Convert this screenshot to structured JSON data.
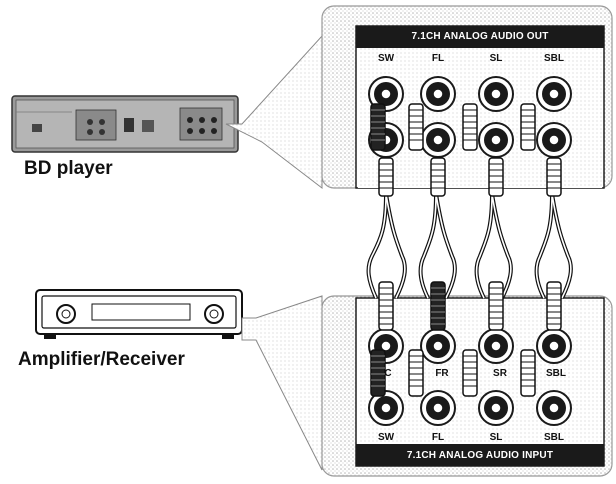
{
  "devices": {
    "bd_player": {
      "label": "BD player"
    },
    "amplifier": {
      "label": "Amplifier/Receiver"
    }
  },
  "output_panel": {
    "title": "7.1CH ANALOG AUDIO OUT",
    "top_jacks": [
      "SW",
      "FL",
      "SL",
      "SBL"
    ]
  },
  "input_panel": {
    "title": "7.1CH ANALOG AUDIO INPUT",
    "upper_jacks": [
      "C",
      "FR",
      "SR",
      "SBL"
    ],
    "bottom_jacks": [
      "SW",
      "FL",
      "SL",
      "SBL"
    ]
  },
  "colors": {
    "banner": "#1a1a1a",
    "panel_pattern": "#bdbdbd",
    "jack_ring": "#1a1a1a"
  }
}
